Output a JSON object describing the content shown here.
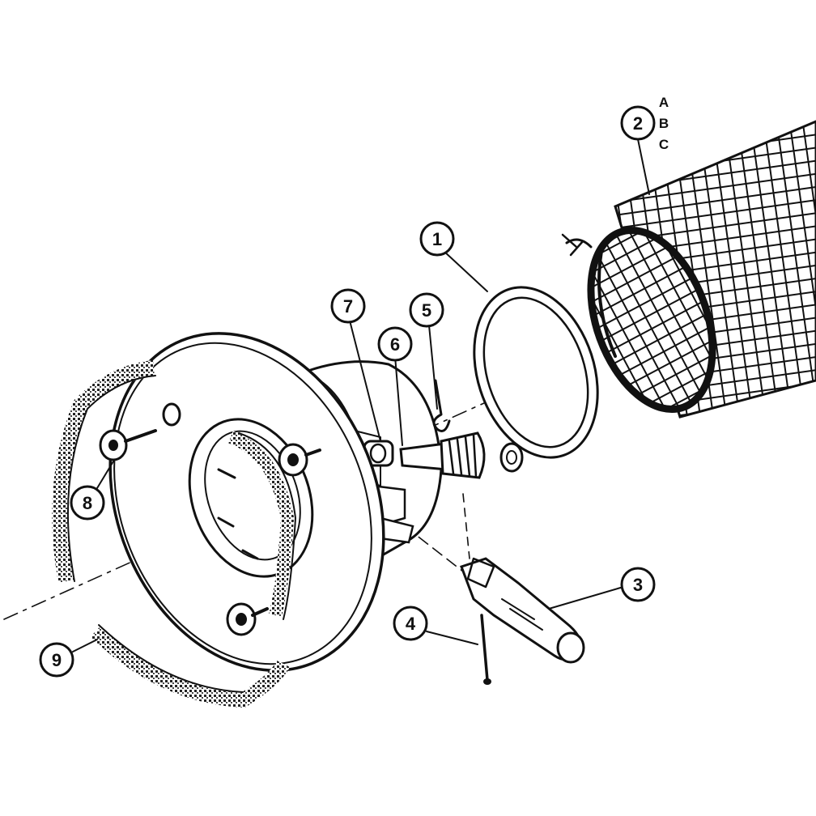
{
  "diagram": {
    "callouts": [
      {
        "id": "1",
        "label": "1",
        "part": "ring"
      },
      {
        "id": "2",
        "label": "2",
        "part": "mesh-filter"
      },
      {
        "id": "3",
        "label": "3",
        "part": "latch-lever"
      },
      {
        "id": "4",
        "label": "4",
        "part": "pin"
      },
      {
        "id": "5",
        "label": "5",
        "part": "clip"
      },
      {
        "id": "6",
        "label": "6",
        "part": "shaft-knob"
      },
      {
        "id": "7",
        "label": "7",
        "part": "bushing"
      },
      {
        "id": "8",
        "label": "8",
        "part": "mount-bolt"
      },
      {
        "id": "9",
        "label": "9",
        "part": "brush-strip"
      }
    ],
    "variants": [
      "A",
      "B",
      "C"
    ]
  }
}
